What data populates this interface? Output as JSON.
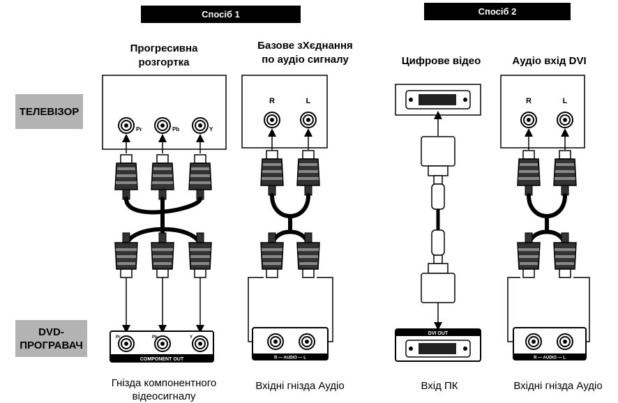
{
  "methods": [
    "Спосіб 1",
    "Спосіб 2"
  ],
  "headers": {
    "progressive": [
      "Прогресивна",
      "розгортка"
    ],
    "basic_audio": [
      "Базове зХєднання",
      "по аудіо сигналу"
    ],
    "digital_video": "Цифрове відео",
    "dvi_audio": "Аудіо вхід DVI"
  },
  "side_labels": {
    "tv": "ТЕЛЕВІЗОР",
    "dvd": [
      "DVD-",
      "ПРОГРАВАЧ"
    ]
  },
  "captions": {
    "component": [
      "Гнізда компонентного",
      "відеосигналу"
    ],
    "audio_in_1": "Вхідні гнізда Аудіо",
    "pc_in": "Вхід ПК",
    "audio_in_2": "Вхідні гнізда Аудіо"
  },
  "jack_labels": {
    "tv_component": [
      "Pr",
      "Pb",
      "Y"
    ],
    "audio": [
      "R",
      "L"
    ],
    "dvd_component": [
      "Pr",
      "Pb",
      "Y"
    ],
    "component_out": "COMPONENT OUT",
    "audio_strip": "R — AUDIO — L",
    "dvi_out": "DVI OUT"
  }
}
